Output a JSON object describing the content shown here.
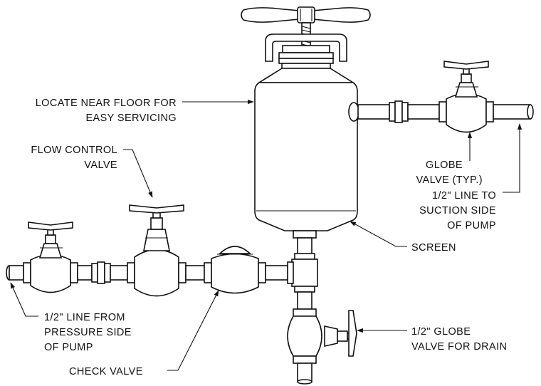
{
  "labels": {
    "locate_line1": "LOCATE NEAR FLOOR FOR",
    "locate_line2": "EASY SERVICING",
    "flow_line1": "FLOW CONTROL",
    "flow_line2": "VALVE",
    "globe_line1": "GLOBE",
    "globe_line2": "VALVE (TYP.)",
    "suction_line1": "1/2\" LINE TO",
    "suction_line2": "SUCTION SIDE",
    "suction_line3": "OF PUMP",
    "screen": "SCREEN",
    "pressure_line1": "1/2\" LINE FROM",
    "pressure_line2": "PRESSURE SIDE",
    "pressure_line3": "OF PUMP",
    "check_valve": "CHECK VALVE",
    "drain_line1": "1/2\" GLOBE",
    "drain_line2": "VALVE FOR DRAIN"
  },
  "colors": {
    "line": "#111111",
    "background": "#ffffff"
  }
}
